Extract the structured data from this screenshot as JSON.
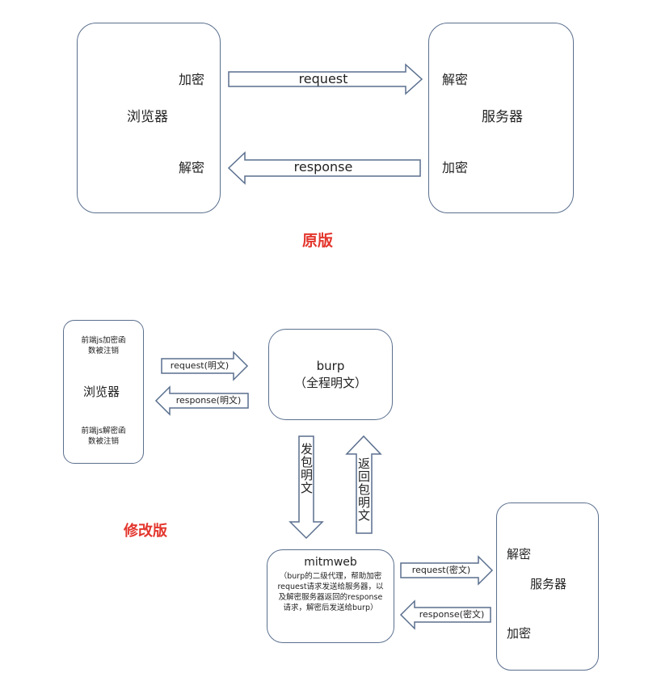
{
  "original": {
    "browser": {
      "name": "浏览器",
      "encrypt": "加密",
      "decrypt": "解密"
    },
    "server": {
      "name": "服务器",
      "decrypt": "解密",
      "encrypt": "加密"
    },
    "request_label": "request",
    "response_label": "response",
    "caption": "原版"
  },
  "modified": {
    "browser": {
      "name": "浏览器",
      "note_top": "前端js加密函数被注销",
      "note_bottom": "前端js解密函数被注销"
    },
    "request_label": "request(明文)",
    "response_label": "response(明文)",
    "burp": {
      "name": "burp",
      "sub": "（全程明文）"
    },
    "send_label": "发包明文",
    "return_label": "返回包明文",
    "caption": "修改版",
    "mitm": {
      "name": "mitmweb",
      "desc": "（burp的二级代理，帮助加密request请求发送给服务器，以及解密服务器返回的response请求，解密后发送给burp）"
    },
    "mitm_request_label": "request(密文)",
    "mitm_response_label": "response(密文)",
    "server": {
      "name": "服务器",
      "decrypt": "解密",
      "encrypt": "加密"
    }
  },
  "colors": {
    "border": "#5a6f8e",
    "caption": "#e3362d"
  }
}
